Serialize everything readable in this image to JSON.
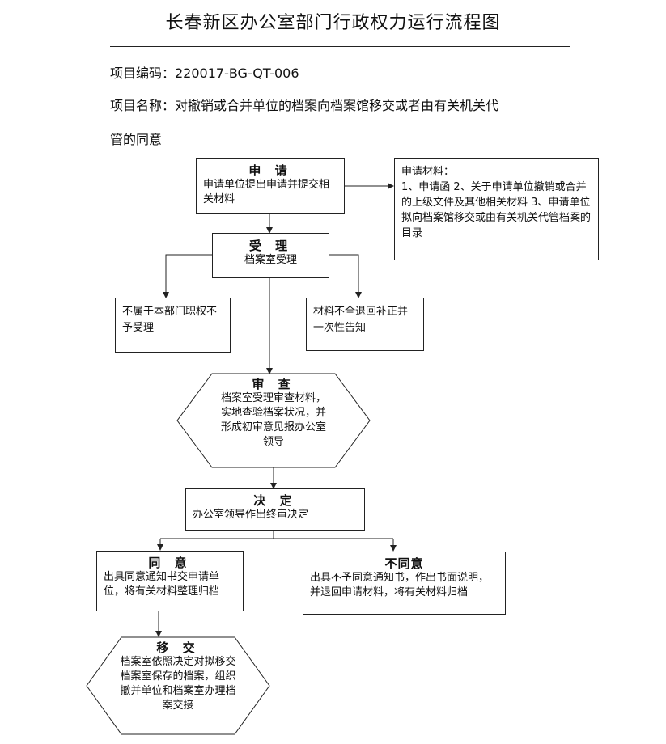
{
  "title": "长春新区办公室部门行政权力运行流程图",
  "meta": {
    "code_line": "项目编码：220017-BG-QT-006",
    "name_line1": "项目名称：对撤销或合并单位的档案向档案馆移交或者由有关机关代",
    "name_line2": "管的同意"
  },
  "nodes": {
    "apply": {
      "head": "申 请",
      "body": "申请单位提出申请并提交相关材料"
    },
    "materials": {
      "head": "申请材料：",
      "body": "1、申请函 2、关于申请单位撤销或合并的上级文件及其他相关材料 3、申请单位拟向档案馆移交或由有关机关代管档案的目录"
    },
    "accept": {
      "head": "受 理",
      "body": "档案室受理"
    },
    "reject_scope": {
      "body": "不属于本部门职权不予受理"
    },
    "incomplete": {
      "body": "材料不全退回补正并一次性告知"
    },
    "review": {
      "head": "审 查",
      "body": "档案室受理审查材料，实地查验档案状况，并形成初审意见报办公室领导"
    },
    "decide": {
      "head": "决 定",
      "body": "办公室领导作出终审决定"
    },
    "agree": {
      "head": "同 意",
      "body": "出具同意通知书交申请单位，将有关材料整理归档"
    },
    "disagree": {
      "head": "不同意",
      "body": "出具不予同意通知书，作出书面说明，并退回申请材料，将有关材料归档"
    },
    "transfer": {
      "head": "移 交",
      "body": "档案室依照决定对拟移交档案室保存的档案，组织撤并单位和档案室办理档案交接"
    }
  }
}
